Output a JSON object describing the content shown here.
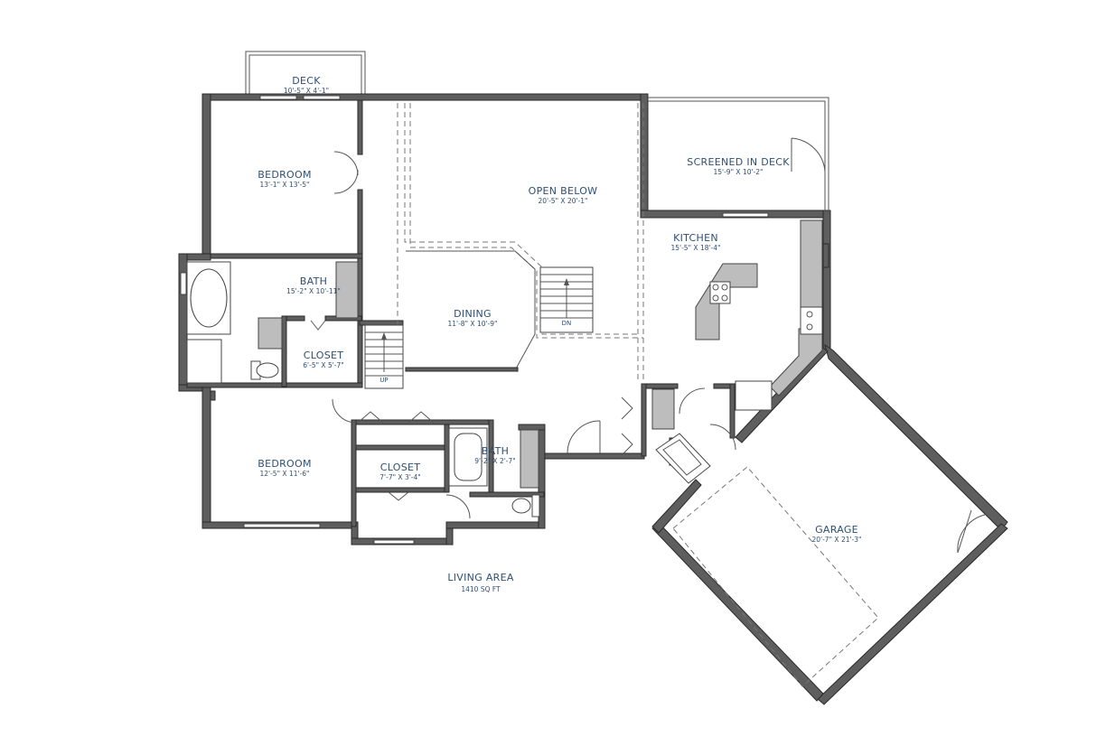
{
  "rooms": {
    "deck": {
      "name": "DECK",
      "dim": "10'-5\" X 4'-1\""
    },
    "bedroom1": {
      "name": "BEDROOM",
      "dim": "13'-1\" X 13'-5\""
    },
    "open_below": {
      "name": "OPEN BELOW",
      "dim": "20'-5\" X 20'-1\""
    },
    "screened_deck": {
      "name": "SCREENED IN DECK",
      "dim": "15'-9\" X 10'-2\""
    },
    "kitchen": {
      "name": "KITCHEN",
      "dim": "15'-5\" X 18'-4\""
    },
    "bath1": {
      "name": "BATH",
      "dim": "15'-2\" X 10'-11\""
    },
    "dining": {
      "name": "DINING",
      "dim": "11'-8\" X 10'-9\""
    },
    "closet1": {
      "name": "CLOSET",
      "dim": "6'-5\" X 5'-7\""
    },
    "bedroom2": {
      "name": "BEDROOM",
      "dim": "12'-5\" X 11'-6\""
    },
    "closet2": {
      "name": "CLOSET",
      "dim": "7'-7\" X 3'-4\""
    },
    "bath2": {
      "name": "BATH",
      "dim": "9'-2\" X 2'-7\""
    },
    "garage": {
      "name": "GARAGE",
      "dim": "20'-7\" X 21'-3\""
    }
  },
  "stairs": {
    "up_label": "UP",
    "down_label": "DN"
  },
  "summary": {
    "title": "LIVING AREA",
    "area": "1410 SQ FT"
  },
  "colors": {
    "wall": "#5e5e5e",
    "fixture": "#bdbdbd",
    "label": "#2f4f74"
  }
}
